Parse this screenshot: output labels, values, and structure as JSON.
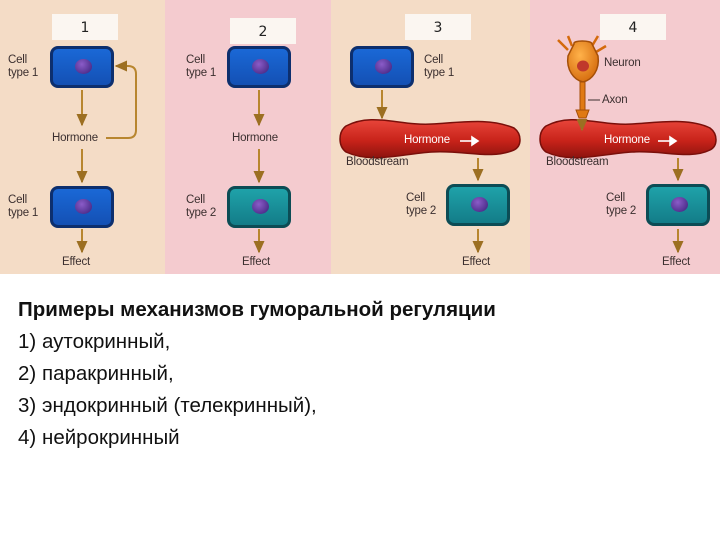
{
  "panels": [
    {
      "number": "1",
      "top_label": "Cell\ntype 1",
      "mid_label": "Hormone",
      "bottom_label": "Cell\ntype 1",
      "effect": "Effect"
    },
    {
      "number": "2",
      "top_label": "Cell\ntype 1",
      "mid_label": "Hormone",
      "bottom_label": "Cell\ntype 2",
      "effect": "Effect"
    },
    {
      "number": "3",
      "top_label": "Cell\ntype 1",
      "hormone_label": "Hormone",
      "blood_label": "Bloodstream",
      "bottom_label": "Cell\ntype 2",
      "effect": "Effect"
    },
    {
      "number": "4",
      "neuron_label": "Neuron",
      "axon_label": "Axon",
      "hormone_label": "Hormone",
      "blood_label": "Bloodstream",
      "bottom_label": "Cell\ntype 2",
      "effect": "Effect"
    }
  ],
  "caption": {
    "title": "Примеры механизмов гуморальной регуляции",
    "items": [
      {
        "num": "1)",
        "text": "аутокринный,"
      },
      {
        "num": "2)",
        "text": "паракринный,"
      },
      {
        "num": "3)",
        "text": "эндокринный (телекринный),"
      },
      {
        "num": "4)",
        "text": "нейрокринный"
      }
    ]
  },
  "colors": {
    "panel_beige": "#f4dcc6",
    "panel_pink": "#f4cbcf",
    "cell_type_1": "#1a68d6",
    "cell_type_2": "#1fa2a9",
    "bloodstream": "#d42a1f",
    "neuron": "#f28c1c",
    "arrow": "#b8862f"
  }
}
